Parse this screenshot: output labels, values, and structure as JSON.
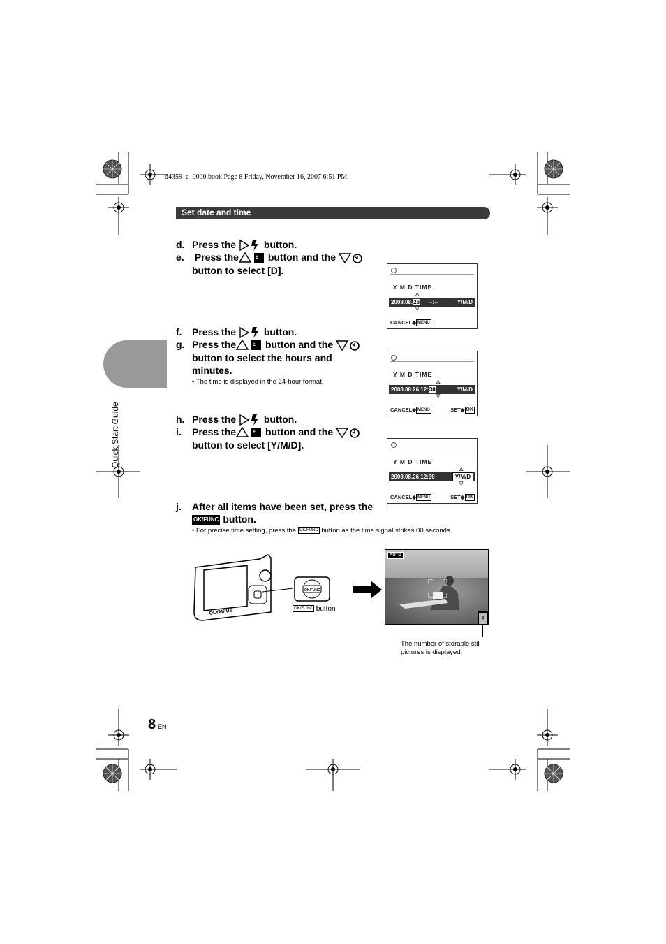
{
  "header_line": "d4359_e_0000.book  Page 8  Friday, November 16, 2007  6:51 PM",
  "section_title": "Set date and time",
  "side_tab": "Quick Start Guide",
  "steps": {
    "d": {
      "label": "d.",
      "pre": "Press the",
      "post": "button."
    },
    "e": {
      "label": "e.",
      "pre": "Press the",
      "mid": "button and the",
      "line2": "button to select [D]."
    },
    "f": {
      "label": "f.",
      "pre": "Press the",
      "post": "button."
    },
    "g": {
      "label": "g.",
      "pre": "Press the",
      "mid": "button and the",
      "line2": "button to select the hours and",
      "line3": "minutes.",
      "note": "• The time is displayed in the 24-hour format."
    },
    "h": {
      "label": "h.",
      "pre": "Press the",
      "post": "button."
    },
    "i": {
      "label": "i.",
      "pre": "Press the",
      "mid": "button and the",
      "line2": "button to select [Y/M/D]."
    },
    "j": {
      "label": "j.",
      "line1": "After all items have been set, press the",
      "post": "button.",
      "note_pre": "• For precise time setting, press the",
      "note_post": "button as the time signal strikes 00 seconds."
    }
  },
  "screens": {
    "s1": {
      "ymd": "Y   M  D  TIME",
      "bar_left": "2008.08.",
      "bar_sel": "26",
      "bar_mid": "--:--",
      "bar_right": "Y/M/D",
      "cancel": "CANCEL",
      "menu": "MENU"
    },
    "s2": {
      "ymd": "Y   M  D  TIME",
      "bar_left": "2008.08.26  12:",
      "bar_sel": "30",
      "bar_right": "Y/M/D",
      "cancel": "CANCEL",
      "menu": "MENU",
      "set": "SET",
      "ok": "OK"
    },
    "s3": {
      "ymd": "Y   M  D  TIME",
      "bar_left": "2008.08.26  12:30",
      "bar_sel": "Y/M/D",
      "cancel": "CANCEL",
      "menu": "MENU",
      "set": "SET",
      "ok": "OK"
    }
  },
  "keys": {
    "okfunc": "OK/FUNC"
  },
  "camera": {
    "brand": "OLYMPUS",
    "button_caption": "button",
    "pad_center": "OK/FUNC"
  },
  "preview": {
    "mode": "AUTO",
    "count": "4",
    "caption_line1": "The number of storable still",
    "caption_line2": "pictures is displayed."
  },
  "page": {
    "number": "8",
    "lang": "EN"
  }
}
